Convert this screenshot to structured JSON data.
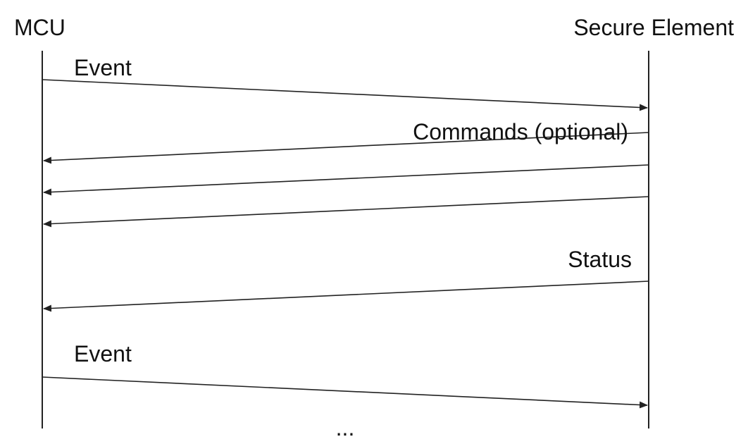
{
  "participants": {
    "mcu": "MCU",
    "secure_element": "Secure Element"
  },
  "messages": [
    {
      "label": "Event",
      "direction": "mcu-to-se"
    },
    {
      "label": "Commands (optional)",
      "direction": "se-to-mcu"
    },
    {
      "label": "",
      "direction": "se-to-mcu"
    },
    {
      "label": "",
      "direction": "se-to-mcu"
    },
    {
      "label": "Status",
      "direction": "se-to-mcu"
    },
    {
      "label": "Event",
      "direction": "mcu-to-se"
    }
  ],
  "continuation": "..."
}
